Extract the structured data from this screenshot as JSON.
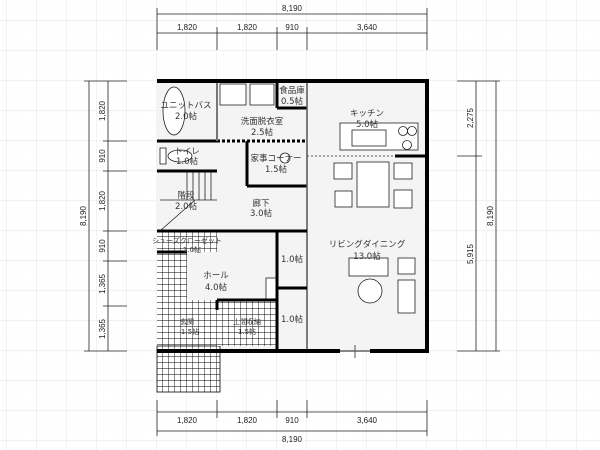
{
  "dimensions": {
    "top_total": "8,190",
    "top_segments": [
      "1,820",
      "1,820",
      "910",
      "3,640"
    ],
    "bottom_segments": [
      "1,820",
      "1,820",
      "910",
      "3,640"
    ],
    "bottom_total": "8,190",
    "left_total": "8,190",
    "left_segments": [
      "1,820",
      "910",
      "1,820",
      "910",
      "1,365",
      "1,365"
    ],
    "right_segments": [
      "2,275",
      "5,915"
    ],
    "right_total": "8,190"
  },
  "rooms": [
    {
      "name": "ユニットバス",
      "area": "2.0帖"
    },
    {
      "name": "洗面脱衣室",
      "area": "2.5帖"
    },
    {
      "name": "食品庫",
      "area": "0.5帖"
    },
    {
      "name": "キッチン",
      "area": "5.0帖"
    },
    {
      "name": "トイレ",
      "area": "1.0帖"
    },
    {
      "name": "家事コーナー",
      "area": "1.5帖"
    },
    {
      "name": "階段",
      "area": "2.0帖"
    },
    {
      "name": "廊下",
      "area": "3.0帖"
    },
    {
      "name": "シューズクローゼット",
      "area": "1.0帖"
    },
    {
      "name": "ホール",
      "area": "4.0帖"
    },
    {
      "name": "",
      "area": "1.0帖"
    },
    {
      "name": "",
      "area": "1.0帖"
    },
    {
      "name": "リビングダイニング",
      "area": "13.0帖"
    },
    {
      "name": "玄関",
      "area": "1.5帖"
    },
    {
      "name": "土間収納",
      "area": "1.5帖"
    }
  ]
}
